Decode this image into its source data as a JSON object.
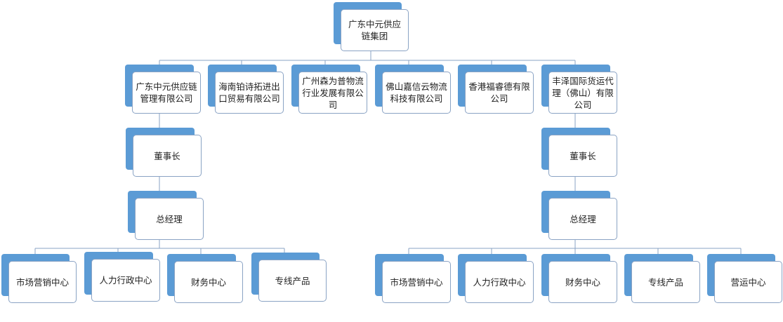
{
  "root": {
    "label": "广东中元供应链集团"
  },
  "companies": [
    {
      "label": "广东中元供应链管理有限公司"
    },
    {
      "label": "海南铂诗拓进出口贸易有限公司"
    },
    {
      "label": "广州森为普物流行业发展有限公司"
    },
    {
      "label": "佛山嘉信云物流科技有限公司"
    },
    {
      "label": "香港福睿德有限公司"
    },
    {
      "label": "丰泽国际货运代理（佛山）有限公司"
    }
  ],
  "left_branch": {
    "chairman": "董事长",
    "general_manager": "总经理",
    "departments": [
      {
        "label": "市场营销中心"
      },
      {
        "label": "人力行政中心"
      },
      {
        "label": "财务中心"
      },
      {
        "label": "专线产品"
      }
    ]
  },
  "right_branch": {
    "chairman": "董事长",
    "general_manager": "总经理",
    "departments": [
      {
        "label": "市场营销中心"
      },
      {
        "label": "人力行政中心"
      },
      {
        "label": "财务中心"
      },
      {
        "label": "专线产品"
      },
      {
        "label": "营运中心"
      }
    ]
  },
  "colors": {
    "shadow": "#5b9bd5",
    "border": "#8aa3c4",
    "line": "#8aa3c4"
  }
}
